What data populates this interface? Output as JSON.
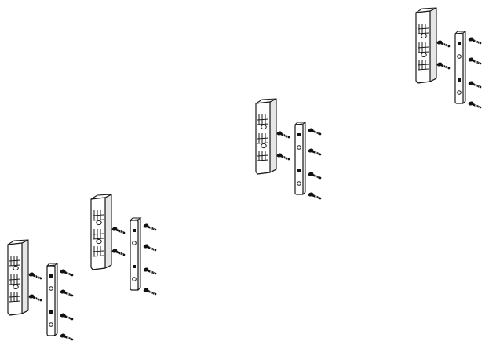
{
  "colors": {
    "line": "#1a1a1a",
    "fill": "#ffffff",
    "shade": "#e6e6e6",
    "screw": "#111111",
    "background": "#ffffff"
  },
  "kits": [
    {
      "id": "kit-1",
      "parts": [
        "bracket",
        "strip",
        "screw",
        "screw",
        "screw",
        "screw",
        "screw",
        "screw"
      ]
    },
    {
      "id": "kit-2",
      "parts": [
        "bracket",
        "strip",
        "screw",
        "screw",
        "screw",
        "screw",
        "screw",
        "screw"
      ]
    },
    {
      "id": "kit-3",
      "parts": [
        "bracket",
        "strip",
        "screw",
        "screw",
        "screw",
        "screw",
        "screw",
        "screw"
      ]
    },
    {
      "id": "kit-4",
      "parts": [
        "bracket",
        "strip",
        "screw",
        "screw",
        "screw",
        "screw",
        "screw",
        "screw"
      ]
    }
  ]
}
